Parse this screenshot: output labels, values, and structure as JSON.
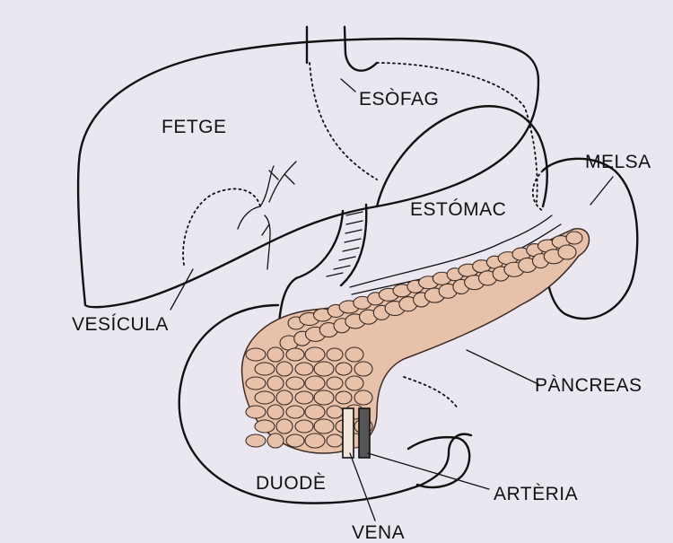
{
  "diagram": {
    "background": "#ebe7f1",
    "pancreas_fill": "#e8c1ab",
    "labels": {
      "fetge": "FETGE",
      "esofag": "ESÒFAG",
      "melsa": "MELSA",
      "estomac": "ESTÓMAC",
      "vesicula": "VESÍCULA",
      "pancreas": "PÀNCREAS",
      "duode": "DUODÈ",
      "arteria": "ARTÈRIA",
      "vena": "VENA"
    }
  }
}
